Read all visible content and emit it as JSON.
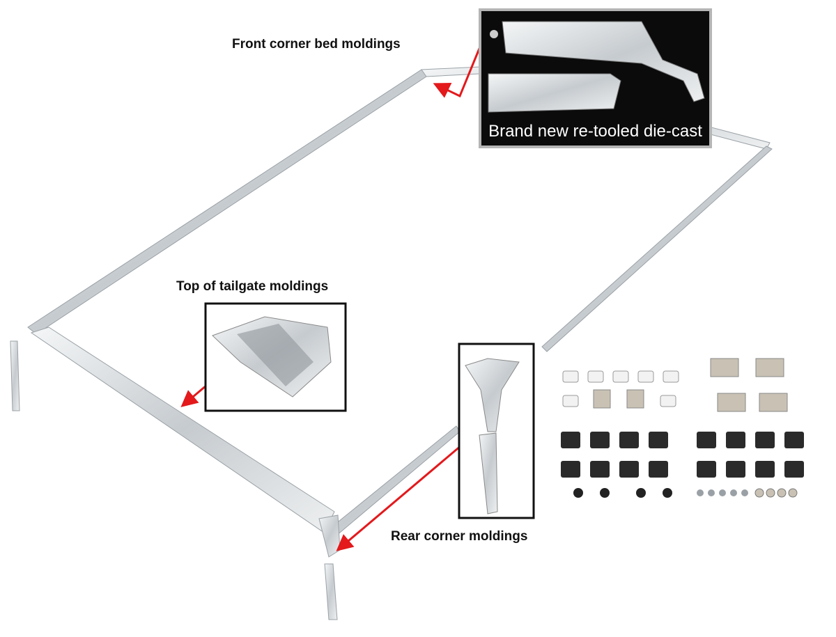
{
  "labels": {
    "front_corner": "Front corner bed moldings",
    "tailgate_top": "Top of tailgate moldings",
    "rear_corner": "Rear corner moldings",
    "die_cast_caption": "Brand new re-tooled die-cast"
  },
  "colors": {
    "arrow": "#e3191c",
    "chrome": "#d9dde0",
    "chrome_dark": "#9aa1a6",
    "inset_bg": "#0b0b0b",
    "inset_border": "#b5b5b5"
  }
}
